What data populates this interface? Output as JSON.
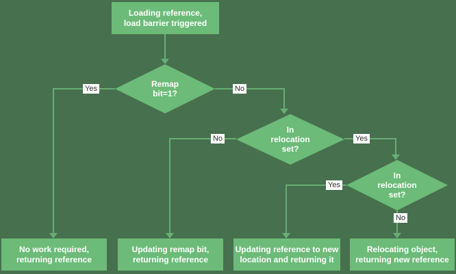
{
  "colors": {
    "background": "#47704E",
    "shape_fill": "#6CBB78",
    "line": "#68AE74",
    "shape_text": "#FFFFFF",
    "label_bg": "#FFFFFF",
    "label_text": "#2E2E2E"
  },
  "nodes": {
    "start": {
      "lines": [
        "Loading reference,",
        "load barrier triggered"
      ]
    },
    "decision_remap": {
      "lines": [
        "Remap",
        "bit=1?"
      ]
    },
    "decision_relocation_1": {
      "lines": [
        "In",
        "relocation",
        "set?"
      ]
    },
    "decision_relocation_2": {
      "lines": [
        "In",
        "relocation",
        "set?"
      ]
    },
    "outcome_no_work": {
      "lines": [
        "No work required,",
        "returning reference"
      ]
    },
    "outcome_update_remap": {
      "lines": [
        "Updating remap bit,",
        "returning reference"
      ]
    },
    "outcome_update_reference": {
      "lines": [
        "Updating reference to new",
        "location and returning it"
      ]
    },
    "outcome_relocate": {
      "lines": [
        "Relocating object,",
        "returning new reference"
      ]
    }
  },
  "edge_labels": {
    "remap_yes": "Yes",
    "remap_no": "No",
    "relocation1_no": "No",
    "relocation1_yes": "Yes",
    "relocation2_yes": "Yes",
    "relocation2_no": "No"
  }
}
